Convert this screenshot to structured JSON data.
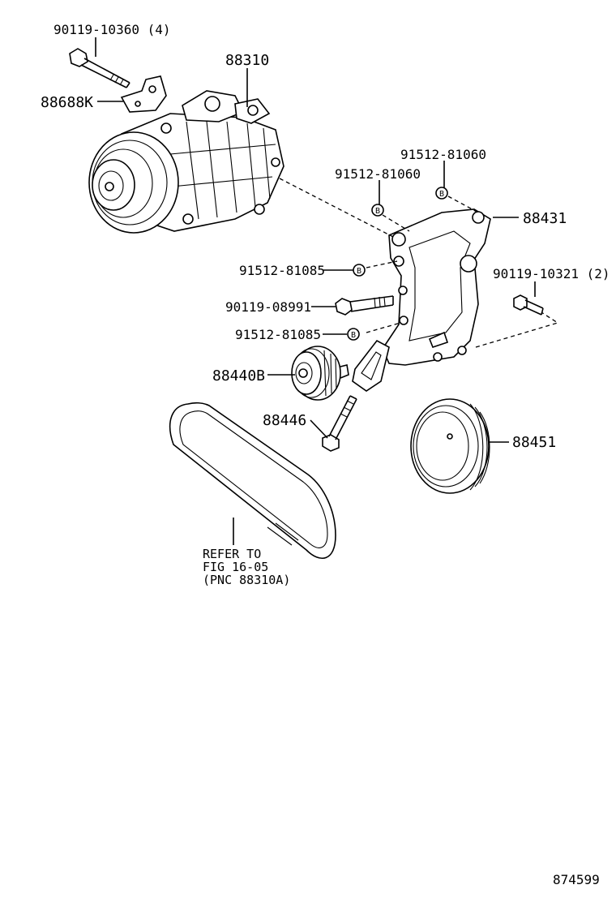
{
  "parts": {
    "bolt_top": "90119-10360 (4)",
    "compressor": "88310",
    "bracket_k": "88688K",
    "stud_b_upper_right": "91512-81060",
    "stud_b_upper_mid": "91512-81060",
    "bracket": "88431",
    "stud_b_mid": "91512-81085",
    "bolt_right": "90119-10321 (2)",
    "bolt_mid": "90119-08991",
    "stud_b_lower": "91512-81085",
    "idler_pulley": "88440B",
    "adjust_bolt": "88446",
    "crank_pulley": "88451"
  },
  "b_marker": "B",
  "note": {
    "line1": "REFER TO",
    "line2": "FIG 16-05",
    "line3": "(PNC 88310A)"
  },
  "figure_number": "874599"
}
